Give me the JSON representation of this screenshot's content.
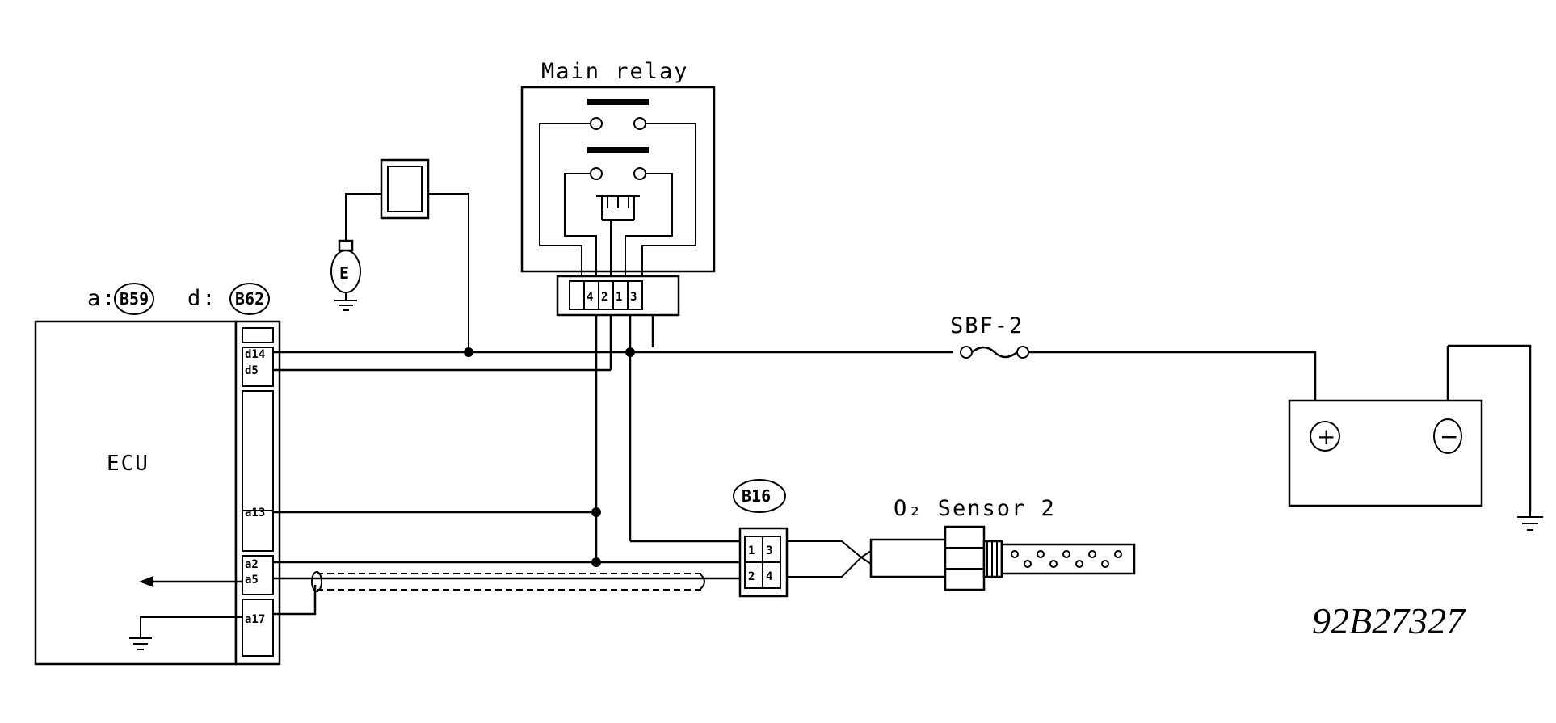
{
  "labels": {
    "main_relay": "Main relay",
    "ecu": "ECU",
    "fuse": "SBF-2",
    "sensor": "O₂ Sensor 2",
    "diagram_code": "92B27327",
    "ground_symbol": "E",
    "battery_plus": "+",
    "battery_minus": "−"
  },
  "connectors": {
    "a_prefix": "a:",
    "a_id": "B59",
    "d_prefix": "d:",
    "d_id": "B62",
    "sensor_conn": "B16"
  },
  "ecu_pins": [
    "d14",
    "d5",
    "a13",
    "a2",
    "a5",
    "a17"
  ],
  "relay_pins": [
    "4",
    "2",
    "1",
    "3"
  ],
  "sensor_pins": [
    "1",
    "3",
    "2",
    "4"
  ],
  "colors": {
    "line": "#000000",
    "background": "#ffffff"
  }
}
